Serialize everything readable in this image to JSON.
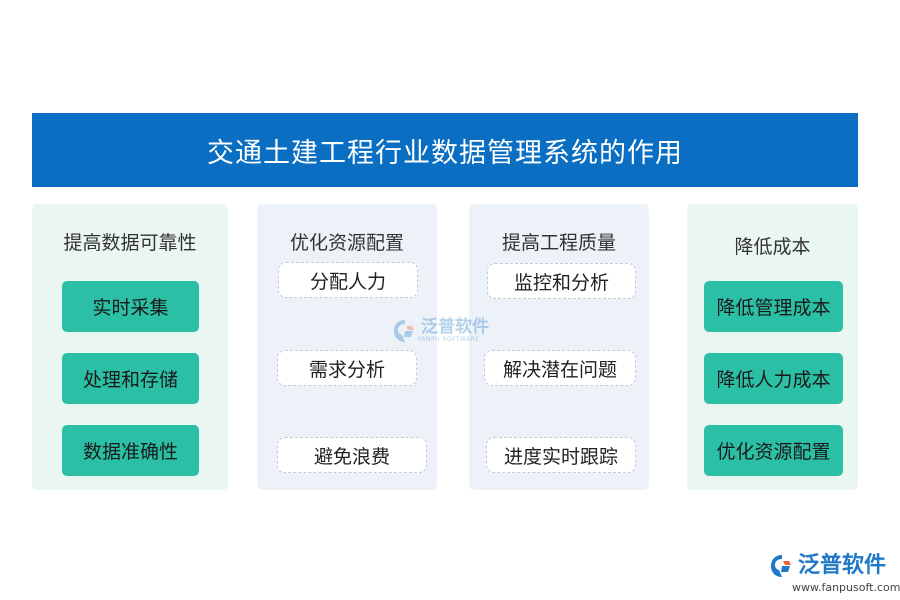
{
  "title": "交通土建工程行业数据管理系统的作用",
  "columns": [
    {
      "title": "提高数据可靠性",
      "items": [
        "实时采集",
        "处理和存储",
        "数据准确性"
      ]
    },
    {
      "title": "优化资源配置",
      "items": [
        "分配人力",
        "需求分析",
        "避免浪费"
      ]
    },
    {
      "title": "提高工程质量",
      "items": [
        "监控和分析",
        "解决潜在问题",
        "进度实时跟踪"
      ]
    },
    {
      "title": "降低成本",
      "items": [
        "降低管理成本",
        "降低人力成本",
        "优化资源配置"
      ]
    }
  ],
  "watermark": {
    "name": "泛普软件",
    "sub": "FANPU SOFTWARE"
  },
  "logo": {
    "name": "泛普软件",
    "url": "www.fanpusoft.com"
  },
  "colors": {
    "banner": "#0a6fc2",
    "green_box": "#2bbfa6",
    "panel_green": "#eaf6f2",
    "panel_blue": "#edf2f9"
  }
}
